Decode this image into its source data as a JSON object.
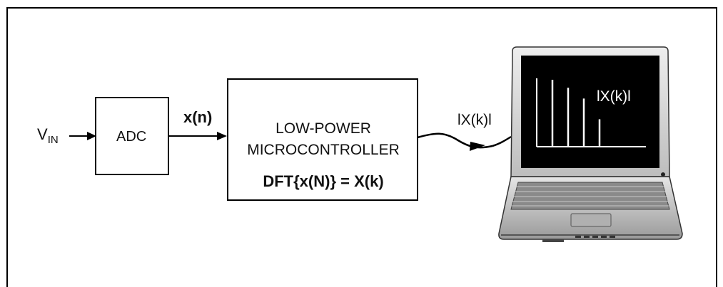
{
  "input_label": "V",
  "input_subscript": "IN",
  "adc_label": "ADC",
  "signal_label": "x(n)",
  "mcu": {
    "line1": "LOW-POWER",
    "line2": "MICROCONTROLLER",
    "equation": "DFT{x(N)} = X(k)"
  },
  "cable_label": "lX(k)l",
  "screen_label": "lX(k)l",
  "spectrum_bars": [
    1.0,
    0.88,
    0.72,
    0.41
  ],
  "colors": {
    "screen": "#000000",
    "line": "#111111",
    "laptop_body": "#d6d6d6"
  }
}
